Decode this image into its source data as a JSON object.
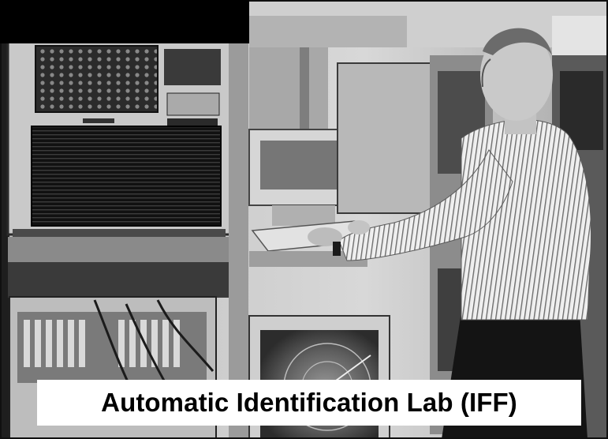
{
  "caption": {
    "text": "Automatic Identification Lab (IFF)"
  },
  "colors": {
    "photo_tone": "grayscale",
    "caption_background": "#ffffff",
    "caption_text": "#000000",
    "corner_box": "#000000"
  },
  "scene": {
    "subject": "man in striped shirt typing at a rack-mounted console",
    "items": [
      "rack-mounted-electronics-left",
      "signal-test-panel-lower-left",
      "monitor-center",
      "keyboard-center",
      "radar-display-lower-center",
      "equipment-racks-right"
    ]
  }
}
